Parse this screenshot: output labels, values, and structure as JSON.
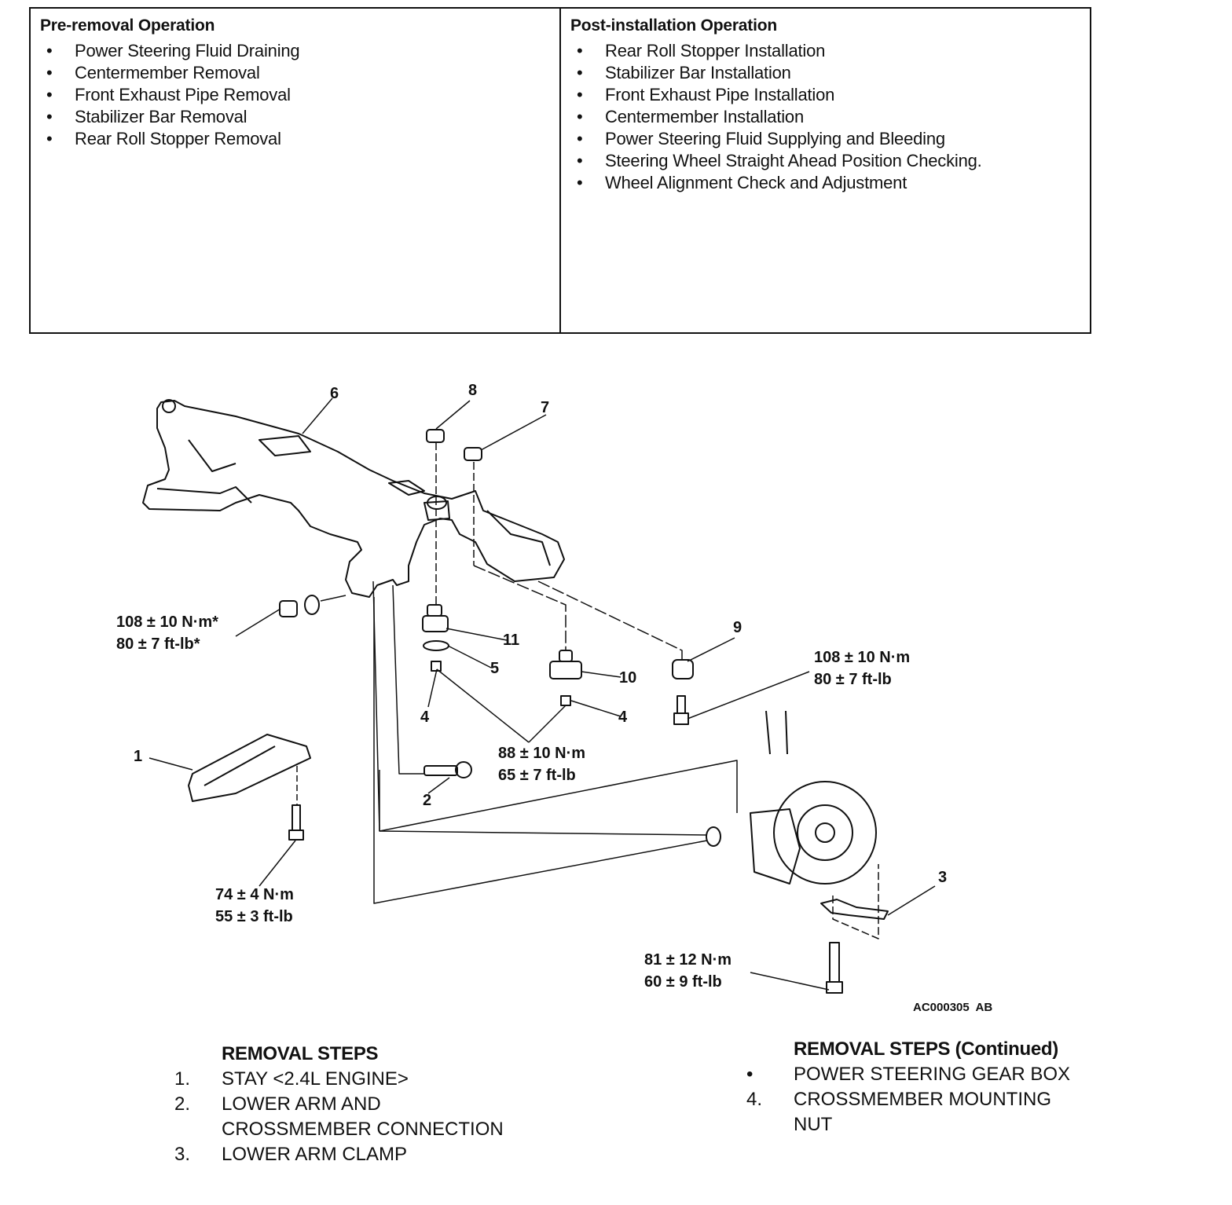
{
  "pre_removal": {
    "title": "Pre-removal Operation",
    "items": [
      "Power Steering Fluid Draining",
      "Centermember Removal",
      "Front Exhaust Pipe Removal",
      "Stabilizer Bar Removal",
      "Rear Roll Stopper Removal"
    ]
  },
  "post_installation": {
    "title": "Post-installation Operation",
    "items": [
      "Rear Roll Stopper Installation",
      "Stabilizer Bar Installation",
      "Front Exhaust Pipe Installation",
      "Centermember Installation",
      "Power Steering Fluid Supplying and Bleeding",
      "Steering Wheel Straight Ahead Position Checking.",
      "Wheel Alignment Check and Adjustment"
    ]
  },
  "diagram": {
    "part_numbers": [
      "1",
      "2",
      "3",
      "4",
      "4",
      "5",
      "6",
      "7",
      "8",
      "9",
      "10",
      "11"
    ],
    "torques": {
      "crossmember_nut": [
        "108 ± 10 N·m*",
        "80 ± 7 ft-lb*"
      ],
      "bushing_bolt": [
        "108 ± 10 N·m",
        "80 ± 7 ft-lb"
      ],
      "mounting_nut": [
        "88 ± 10 N·m",
        "65 ± 7 ft-lb"
      ],
      "stay_bolt": [
        "74 ± 4 N·m",
        "55 ± 3 ft-lb"
      ],
      "clamp_bolt": [
        "81 ± 12 N·m",
        "60 ± 9 ft-lb"
      ]
    },
    "figure_code": "AC000305  AB"
  },
  "removal_steps": {
    "title": "REMOVAL STEPS",
    "items": [
      {
        "n": "1.",
        "text": "STAY <2.4L ENGINE>"
      },
      {
        "n": "2.",
        "text": "LOWER ARM AND"
      },
      {
        "n": "",
        "text": "CROSSMEMBER CONNECTION"
      },
      {
        "n": "3.",
        "text": "LOWER ARM CLAMP"
      }
    ]
  },
  "removal_steps_continued": {
    "title": "REMOVAL STEPS (Continued)",
    "items": [
      {
        "n": "•",
        "text": "POWER STEERING GEAR BOX"
      },
      {
        "n": "4.",
        "text": "CROSSMEMBER MOUNTING"
      },
      {
        "n": "",
        "text": "NUT"
      }
    ]
  }
}
